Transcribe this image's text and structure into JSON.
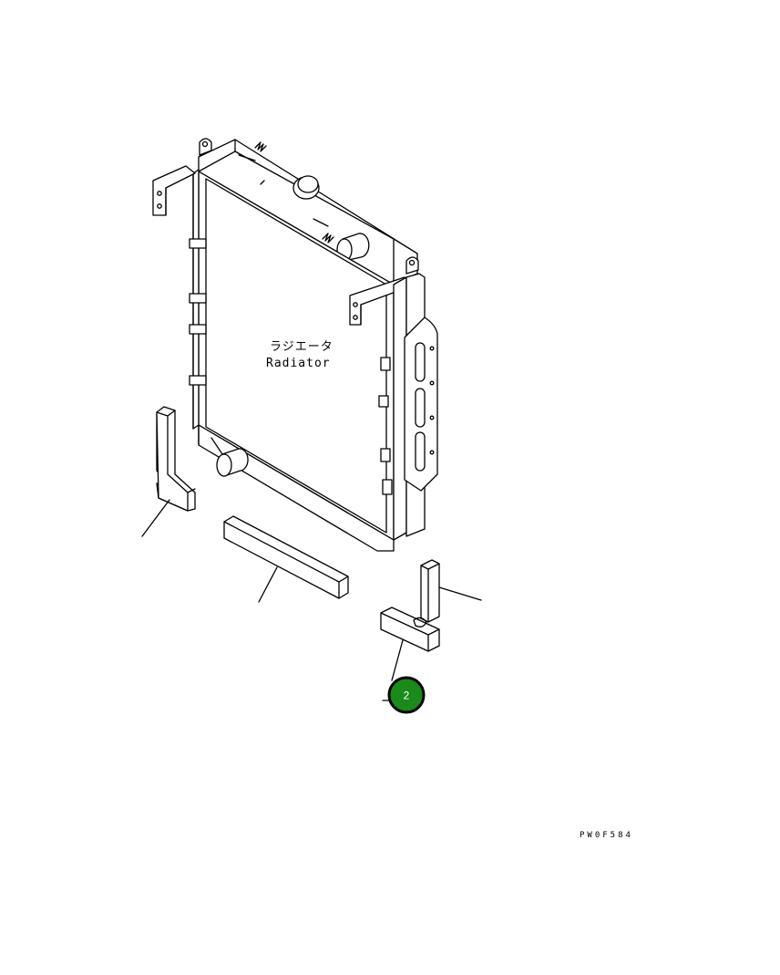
{
  "labels": {
    "radiator_jp": "ラジエータ",
    "radiator_en": "Radiator"
  },
  "callout": {
    "number": "2",
    "color": "#1a8a1a"
  },
  "drawing_code": "PW0F584",
  "icons": [
    "radiator-drawing",
    "callout-bubble"
  ]
}
